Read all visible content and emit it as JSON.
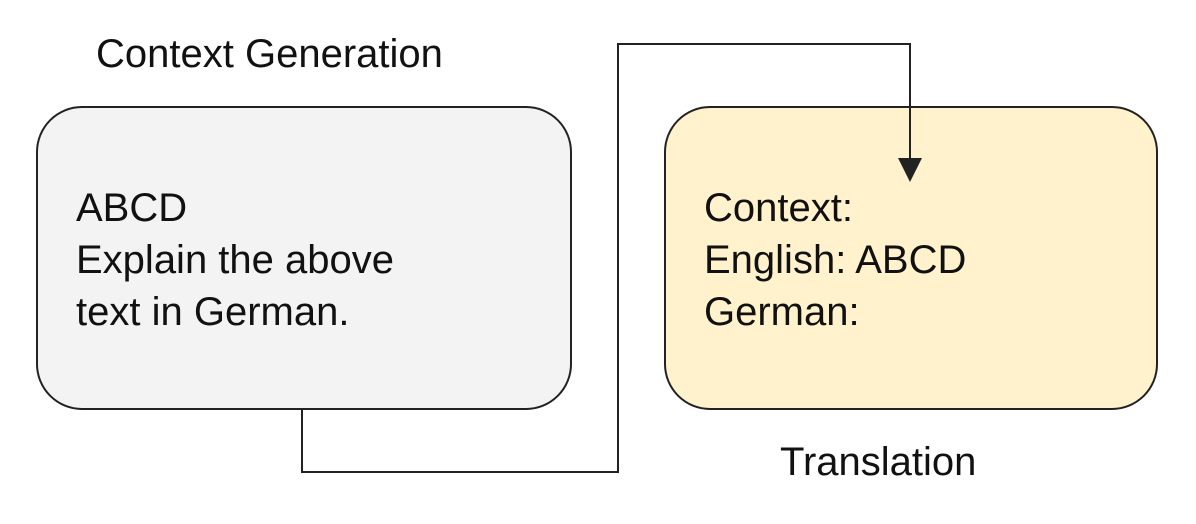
{
  "diagram": {
    "left_title": "Context Generation",
    "right_title": "Translation",
    "left_box": {
      "lines": [
        "ABCD",
        "Explain the above",
        "text in German."
      ]
    },
    "right_box": {
      "lines": [
        "Context:",
        "English: ABCD",
        "German:"
      ]
    },
    "colors": {
      "left_box_fill": "#f3f3f3",
      "right_box_fill": "#fff2cc",
      "stroke": "#222222"
    }
  }
}
